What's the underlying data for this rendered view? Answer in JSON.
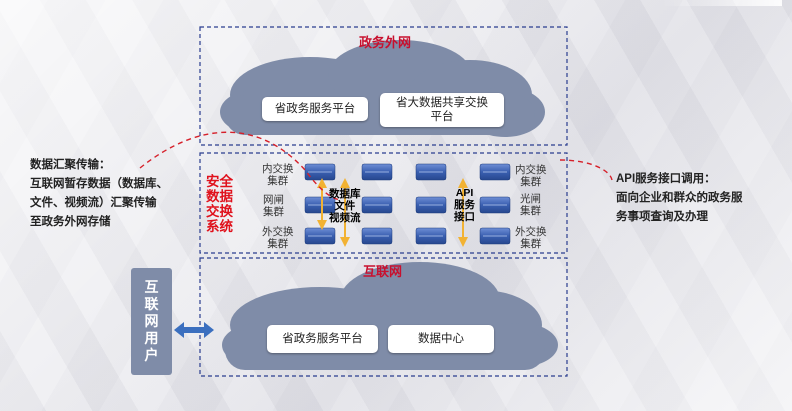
{
  "top_zone": {
    "title": "政务外网",
    "boxes": [
      "省政务服务平台",
      "省大数据共享交换\n平台"
    ]
  },
  "middle_zone": {
    "title_lines": [
      "安全",
      "数据",
      "交换",
      "系统"
    ],
    "labels": {
      "inner_left": "内交换\n集群",
      "gateway_left": "网闸\n集群",
      "outer_left": "外交换\n集群",
      "db_flow": "数据库\n文件\n视频流",
      "api": "API\n服务\n接口",
      "inner_right": "内交换\n集群",
      "gateway_right": "光闸\n集群",
      "outer_right": "外交换\n集群"
    }
  },
  "bottom_zone": {
    "title": "互联网",
    "boxes": [
      "省政务服务平台",
      "数据中心"
    ]
  },
  "user_panel": "互联网用户",
  "left_note": [
    "数据汇聚传输：",
    "互联网暂存数据（数据库、",
    "文件、视频流）汇聚传输",
    "至政务外网存储"
  ],
  "right_note": [
    "API服务接口调用：",
    "面向企业和群众的政务服",
    "务事项查询及办理"
  ],
  "colors": {
    "accent_red": "#c8102e",
    "cloud": "#7f8ca8",
    "dashed_border": "#2a3d8f",
    "arrow": "#f2b233",
    "device": "#3a5fb0"
  }
}
